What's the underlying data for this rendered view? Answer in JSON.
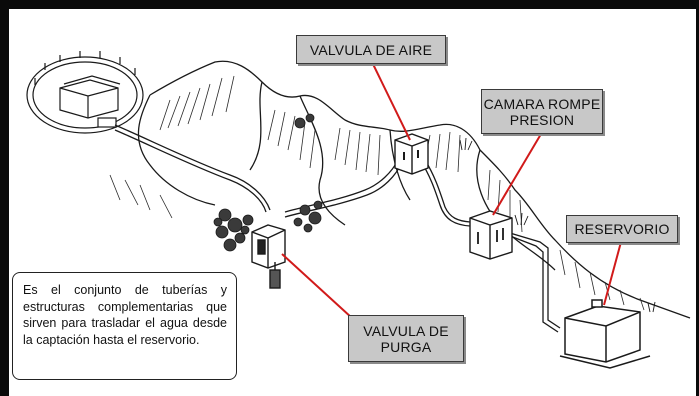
{
  "labels": {
    "air_valve": "VALVULA DE AIRE",
    "pressure_break_line1": "CAMARA ROMPE",
    "pressure_break_line2": "PRESION",
    "reservoir": "RESERVORIO",
    "purge_valve_line1": "VALVULA DE",
    "purge_valve_line2": "PURGA"
  },
  "description": "Es el conjunto de tuberías y estructuras complementarias que sirven para trasladar el agua desde la captación hasta el reservorio.",
  "colors": {
    "leader_line": "#d11a1a",
    "callout_fill": "#c8c8c8",
    "ink": "#1a1a1a"
  }
}
